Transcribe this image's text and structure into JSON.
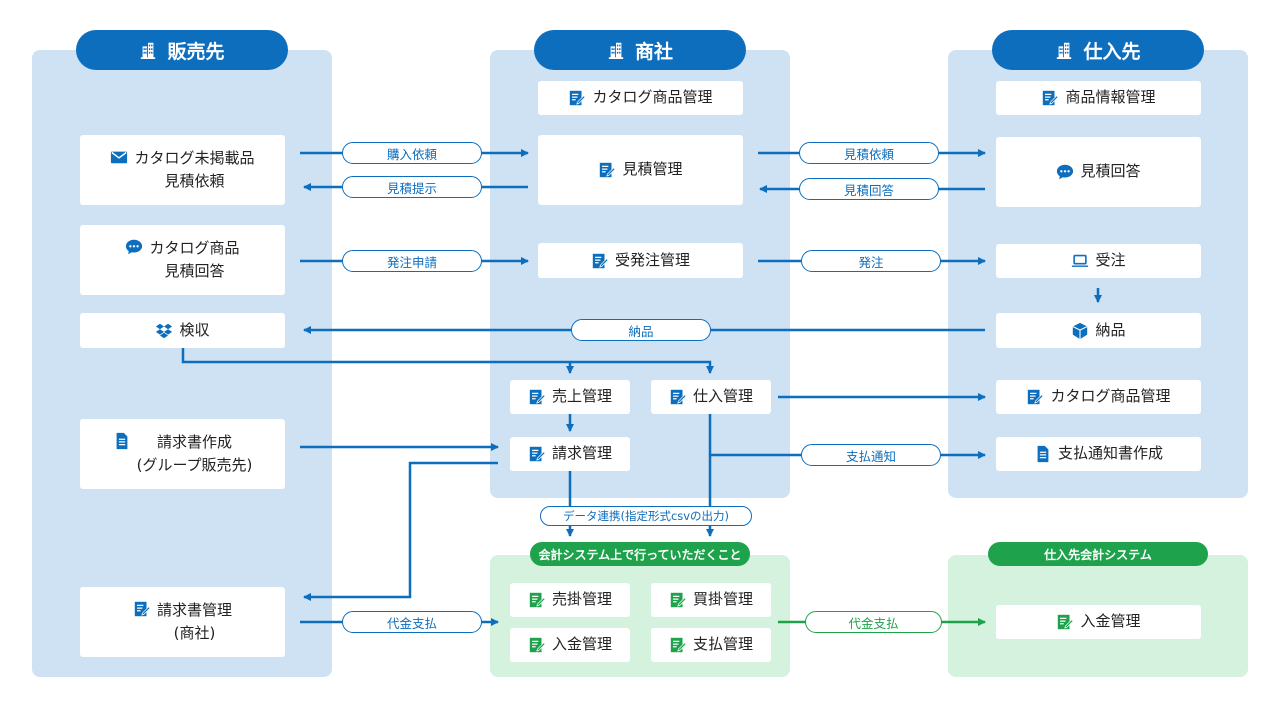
{
  "columns": {
    "buyer": {
      "title": "販売先"
    },
    "trading": {
      "title": "商社"
    },
    "supplier": {
      "title": "仕入先"
    }
  },
  "buyer": {
    "uncatalog_request": "カタログ未掲載品\n見積依頼",
    "catalog_quote_answer": "カタログ商品\n見積回答",
    "inspection": "検収",
    "invoice_create": "請求書作成\n(グループ販売先)",
    "invoice_manage": "請求書管理\n(商社)"
  },
  "trading": {
    "catalog_manage": "カタログ商品管理",
    "quote_manage": "見積管理",
    "order_manage": "受発注管理",
    "sales_manage": "売上管理",
    "purchase_manage": "仕入管理",
    "billing_manage": "請求管理"
  },
  "supplier": {
    "product_info": "商品情報管理",
    "quote_answer": "見積回答",
    "order_received": "受注",
    "delivery": "納品",
    "catalog_manage": "カタログ商品管理",
    "payment_notice_create": "支払通知書作成"
  },
  "flows": {
    "purchase_request": "購入依頼",
    "quote_present": "見積提示",
    "quote_request": "見積依頼",
    "quote_answer": "見積回答",
    "order_apply": "発注申請",
    "order": "発注",
    "delivery": "納品",
    "payment_notice": "支払通知",
    "data_link": "データ連携(指定形式csvの出力)",
    "payment_buyer": "代金支払",
    "payment_supplier": "代金支払"
  },
  "accounting": {
    "title": "会計システム上で行っていただくこと",
    "receivable": "売掛管理",
    "payable": "買掛管理",
    "receipt": "入金管理",
    "payment": "支払管理"
  },
  "supplier_accounting": {
    "title": "仕入先会計システム",
    "receipt": "入金管理"
  },
  "colors": {
    "primary_blue": "#0d6ebd",
    "accent_green": "#1ea24b",
    "panel_blue": "#cfe2f3",
    "panel_green": "#d4f2dd"
  }
}
